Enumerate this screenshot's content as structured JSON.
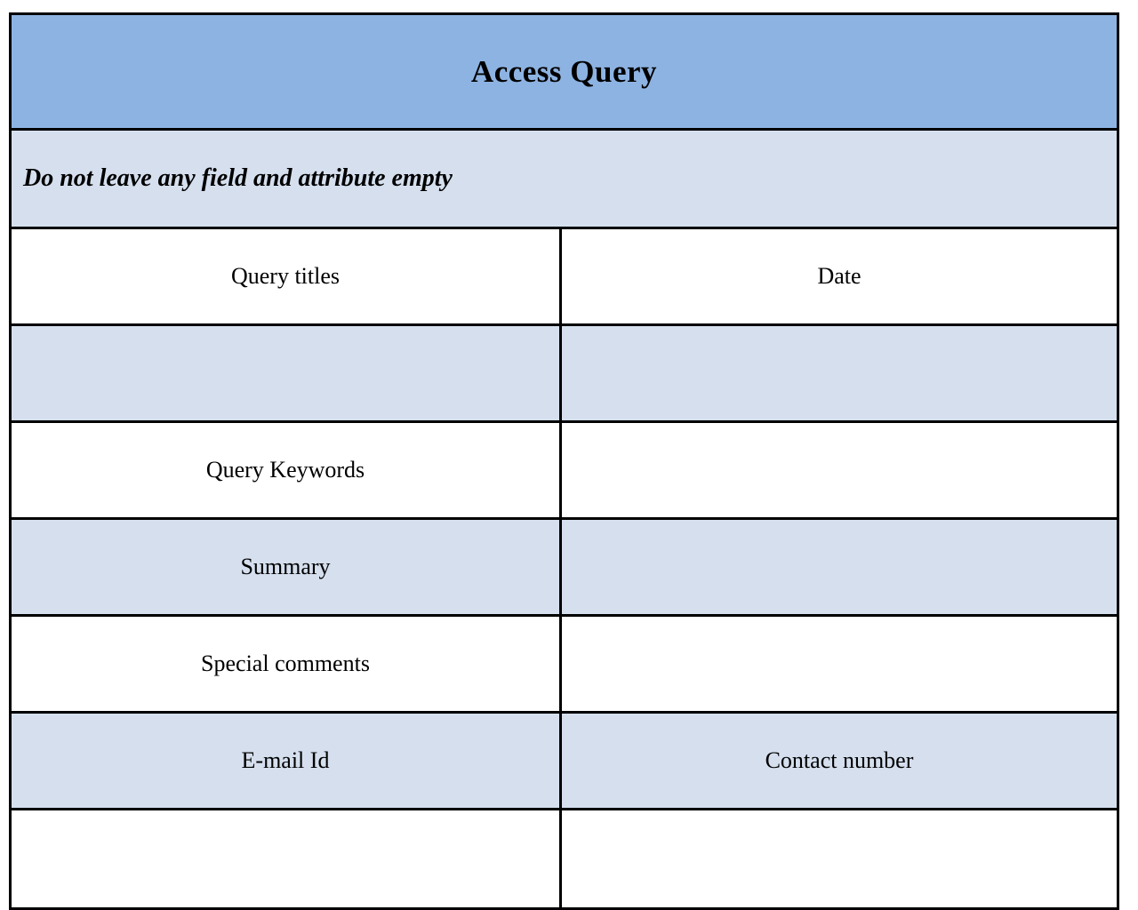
{
  "title": "Access Query",
  "instruction": "Do not leave any field and attribute empty",
  "colors": {
    "header_bg": "#8DB3E2",
    "shaded_bg": "#D5DFEE",
    "row_bg": "#FFFFFF",
    "border": "#000000",
    "text": "#000000",
    "page_bg": "#FFFFFF"
  },
  "rows": [
    {
      "left": "Query titles",
      "right": "Date",
      "shaded": false
    },
    {
      "left": "",
      "right": "",
      "shaded": true
    },
    {
      "left": "Query Keywords",
      "right": "",
      "shaded": false
    },
    {
      "left": "Summary",
      "right": "",
      "shaded": true
    },
    {
      "left": "Special comments",
      "right": "",
      "shaded": false
    },
    {
      "left": "E-mail Id",
      "right": "Contact number",
      "shaded": true
    },
    {
      "left": "",
      "right": "",
      "shaded": false
    }
  ]
}
